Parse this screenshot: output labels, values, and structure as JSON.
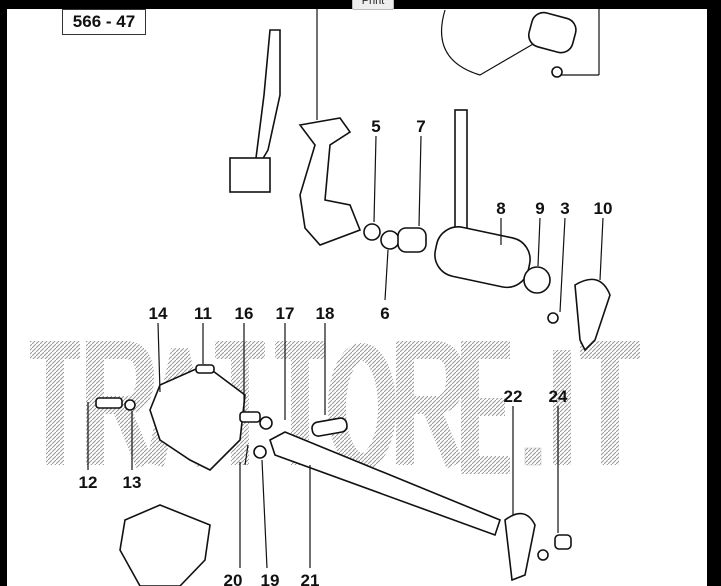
{
  "toolbar": {
    "print_label": "Print"
  },
  "diagram": {
    "reference": "566 - 47",
    "watermark": "TRATTORE.IT",
    "callouts": [
      "5",
      "7",
      "8",
      "9",
      "3",
      "10",
      "6",
      "14",
      "11",
      "16",
      "17",
      "18",
      "22",
      "24",
      "12",
      "13",
      "20",
      "19",
      "21"
    ]
  }
}
